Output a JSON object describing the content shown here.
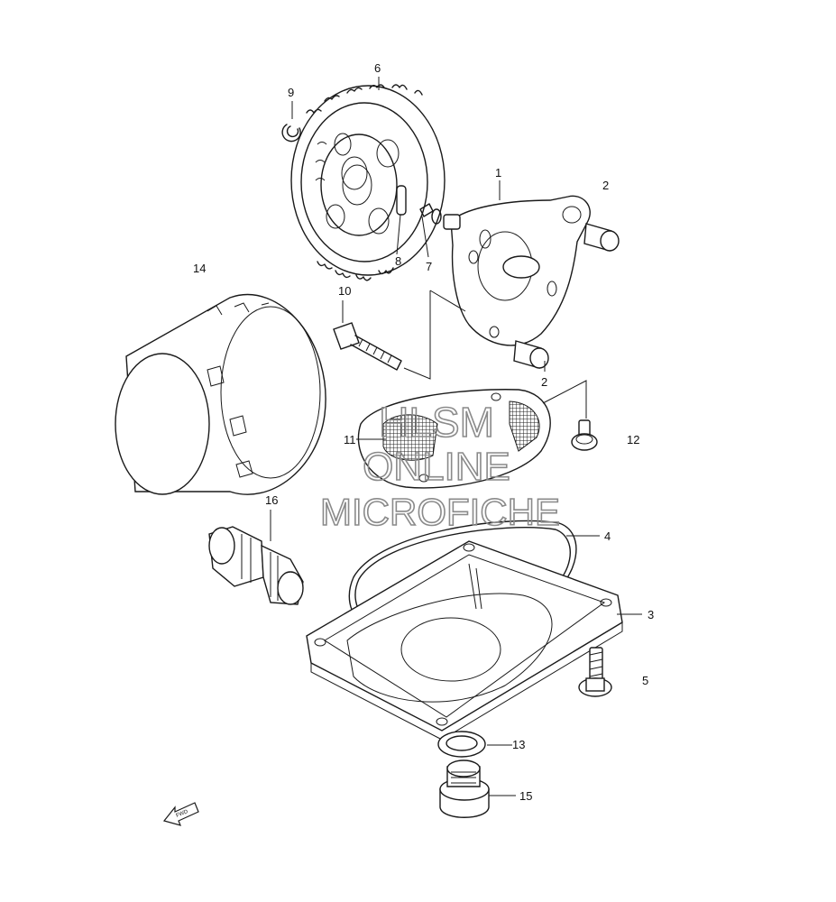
{
  "callouts": [
    {
      "id": "p1",
      "text": "1"
    },
    {
      "id": "p2a",
      "text": "2"
    },
    {
      "id": "p2b",
      "text": "2"
    },
    {
      "id": "p3",
      "text": "3"
    },
    {
      "id": "p4",
      "text": "4"
    },
    {
      "id": "p5",
      "text": "5"
    },
    {
      "id": "p6",
      "text": "6"
    },
    {
      "id": "p7",
      "text": "7"
    },
    {
      "id": "p8",
      "text": "8"
    },
    {
      "id": "p9",
      "text": "9"
    },
    {
      "id": "p10",
      "text": "10"
    },
    {
      "id": "p11",
      "text": "11"
    },
    {
      "id": "p12",
      "text": "12"
    },
    {
      "id": "p13",
      "text": "13"
    },
    {
      "id": "p14",
      "text": "14"
    },
    {
      "id": "p15",
      "text": "15"
    },
    {
      "id": "p16",
      "text": "16"
    }
  ],
  "watermark": {
    "line1": "HLSM",
    "line2": "ONLINE",
    "line3": "MICROFICHE"
  },
  "direction_arrow": {
    "label": "FWD"
  }
}
